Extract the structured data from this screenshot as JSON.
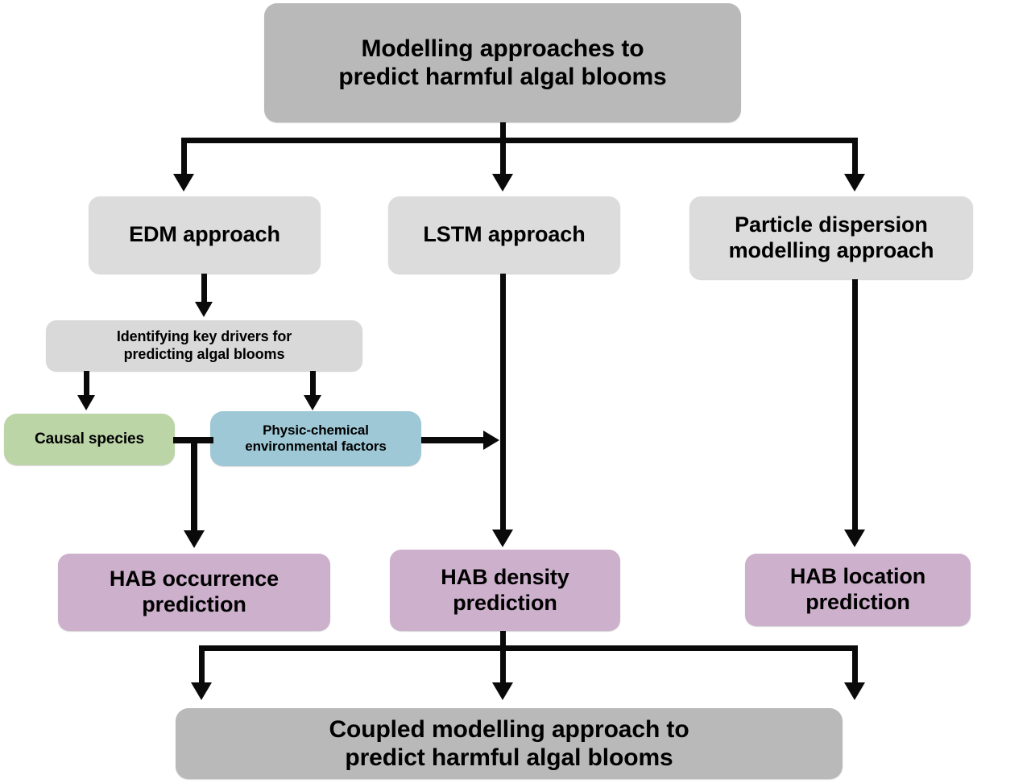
{
  "diagram": {
    "title": "Modelling approaches to predict harmful algal blooms flowchart",
    "colors": {
      "root_fill": "#b9b9b9",
      "approach_fill": "#dcdcdc",
      "drivers_fill": "#d9d9d9",
      "causal_fill": "#bcd5a7",
      "physchem_fill": "#9ec8d6",
      "prediction_fill": "#cdb0cb",
      "coupled_fill": "#b9b9b9",
      "connector": "#0a0a0a",
      "background": "#ffffff"
    },
    "nodes": {
      "root": "Modelling approaches  to\npredict harmful algal blooms",
      "edm": "EDM approach",
      "lstm": "LSTM approach",
      "particle": "Particle dispersion\nmodelling approach",
      "drivers": "Identifying key drivers for\npredicting algal blooms",
      "causal": "Causal species",
      "physchem": "Physic-chemical\nenvironmental factors",
      "hab_occurrence": "HAB occurrence\nprediction",
      "hab_density": "HAB density\nprediction",
      "hab_location": "HAB location\nprediction",
      "coupled": "Coupled modelling approach  to\npredict harmful algal blooms"
    }
  }
}
